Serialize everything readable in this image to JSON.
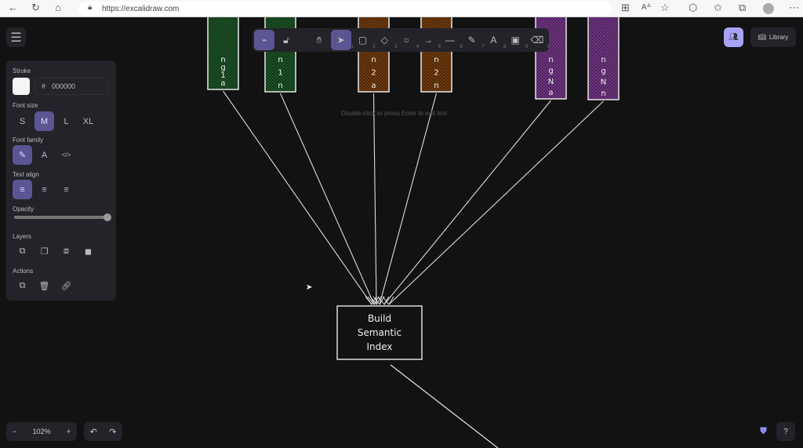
{
  "browser": {
    "url": "https://excalidraw.com"
  },
  "toolbar": {
    "tools": [
      {
        "name": "hand",
        "key": ""
      },
      {
        "name": "selection",
        "key": "1"
      },
      {
        "name": "rectangle",
        "key": "2"
      },
      {
        "name": "diamond",
        "key": "3"
      },
      {
        "name": "ellipse",
        "key": "4"
      },
      {
        "name": "arrow",
        "key": "5"
      },
      {
        "name": "line",
        "key": "6"
      },
      {
        "name": "draw",
        "key": "7"
      },
      {
        "name": "text",
        "key": "8"
      },
      {
        "name": "image",
        "key": "9"
      },
      {
        "name": "eraser",
        "key": "0"
      }
    ],
    "hint": "Double-click or press Enter to edit text"
  },
  "panel": {
    "stroke_label": "Stroke",
    "stroke_hash": "#",
    "stroke_hex": "000000",
    "font_size_label": "Font size",
    "font_sizes": [
      "S",
      "M",
      "L",
      "XL"
    ],
    "font_family_label": "Font family",
    "text_align_label": "Text align",
    "opacity_label": "Opacity",
    "opacity": 100,
    "layers_label": "Layers",
    "actions_label": "Actions"
  },
  "top_right": {
    "library": "Library"
  },
  "footer": {
    "zoom": "102%",
    "minus": "−",
    "plus": "+"
  },
  "canvas": {
    "columns": [
      {
        "color": "#1f5a2a",
        "letters": [
          "n",
          "g",
          "1",
          "a"
        ]
      },
      {
        "color": "#1f5a2a",
        "letters": [
          "n",
          "1",
          "n"
        ]
      },
      {
        "color": "#7a3f0f",
        "letters": [
          "n",
          "2",
          "a"
        ]
      },
      {
        "color": "#7a3f0f",
        "letters": [
          "n",
          "2",
          "n"
        ]
      },
      {
        "color": "#7a3a8f",
        "letters": [
          "n",
          "g",
          "N",
          "a"
        ]
      },
      {
        "color": "#7a3a8f",
        "letters": [
          "n",
          "g",
          "N",
          "n"
        ]
      }
    ],
    "box_lines": [
      "Build",
      "Semantic",
      "Index"
    ]
  },
  "colors": {
    "accent": "#5b5593",
    "bg": "#121212"
  }
}
